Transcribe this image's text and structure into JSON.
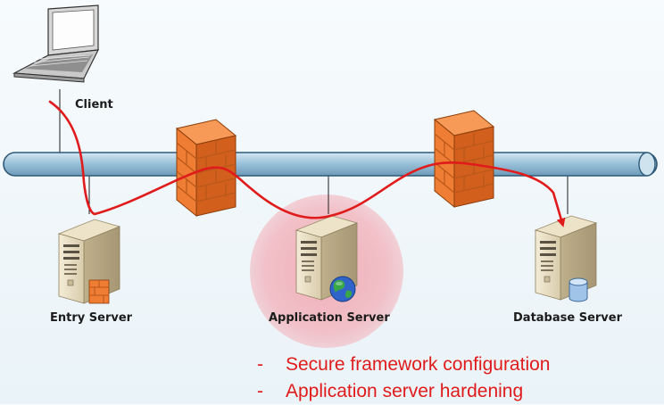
{
  "nodes": {
    "client": "Client",
    "entry_server": "Entry Server",
    "application_server": "Application Server",
    "database_server": "Database Server"
  },
  "bullets": [
    "Secure framework configuration",
    "Application server hardening"
  ],
  "bullet_marker": "-",
  "colors": {
    "path": "#e01b1b",
    "highlight": "#f2b7bf",
    "bus": "#9cc3db",
    "firewall": "#ef7d33",
    "bullet_text": "#e01b1b"
  },
  "icons": [
    "laptop-icon",
    "server-icon",
    "firewall-icon",
    "globe-icon",
    "database-icon",
    "lock-icon"
  ]
}
